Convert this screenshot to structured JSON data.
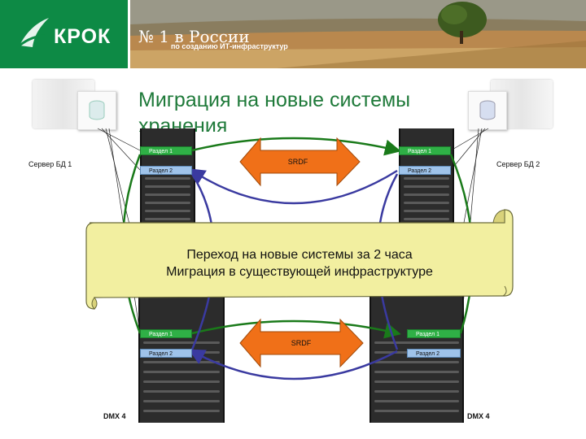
{
  "header": {
    "logo": "КРОК",
    "rank": "№ 1 в России",
    "subtitle": "по созданию ИТ-инфраструктур"
  },
  "title": {
    "line1": "Миграция на новые системы",
    "line2": "хранения"
  },
  "servers": {
    "left_label": "Сервер БД 1",
    "right_label": "Сервер БД 2"
  },
  "partitions": {
    "p1": "Раздел 1",
    "p2": "Раздел 2"
  },
  "links": {
    "top": "SRDF",
    "bottom": "SRDF"
  },
  "scroll": {
    "line1": "Переход на новые системы за 2 часа",
    "line2": "Миграция в существующей инфраструктуре"
  },
  "storage": {
    "left": "DMX 4",
    "right": "DMX 4"
  },
  "colors": {
    "green_link": "#1a7a1a",
    "blue_link": "#3a3aa0",
    "arrow_fill": "#f07018",
    "scroll_fill": "#f2efa0",
    "brand_green": "#0d8a45"
  }
}
